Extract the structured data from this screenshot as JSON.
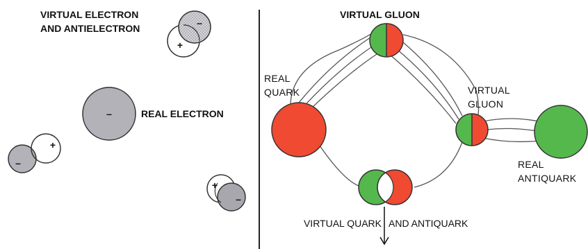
{
  "labels": {
    "virtual_electron_line1": "VIRTUAL ELECTRON",
    "virtual_electron_line2": "AND ANTIELECTRON",
    "real_electron": "REAL ELECTRON",
    "virtual_gluon_top": "VIRTUAL GLUON",
    "real_quark_line1": "REAL",
    "real_quark_line2": "QUARK",
    "virtual_gluon_right_line1": "VIRTUAL",
    "virtual_gluon_right_line2": "GLUON",
    "real_antiquark_line1": "REAL",
    "real_antiquark_line2": "ANTIQUARK",
    "virtual_quark_antiquark_a": "VIRTUAL QUARK",
    "virtual_quark_antiquark_b": "AND ANTIQUARK"
  },
  "signs": {
    "minus": "–",
    "plus": "+"
  },
  "colors": {
    "red": "#f04a33",
    "green": "#55b84d",
    "electron_gray": "#b3b2b8",
    "outline": "#333333",
    "divider": "#222222"
  }
}
